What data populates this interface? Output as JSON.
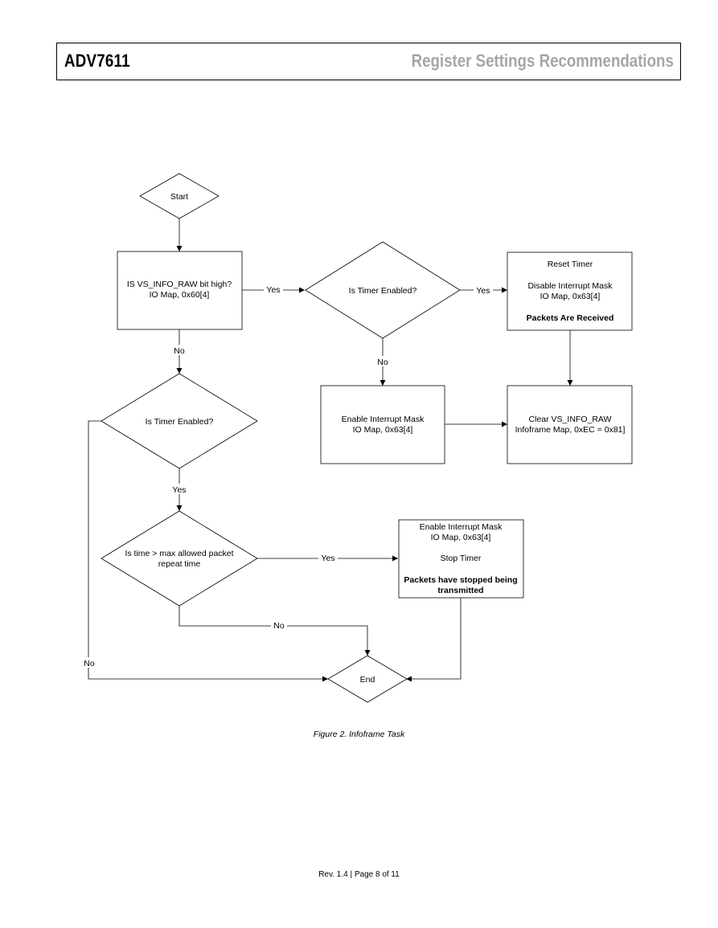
{
  "header": {
    "doc_title": "ADV7611",
    "section_title": "Register Settings Recommendations"
  },
  "flowchart": {
    "start": "Start",
    "decision_vs_info": [
      "IS VS_INFO_RAW bit high?",
      "IO Map, 0x60[4]"
    ],
    "decision_timer_enabled_1": "Is Timer Enabled?",
    "box_reset_timer": {
      "line1": "Reset Timer",
      "line2": "Disable Interrupt Mask",
      "line3": "IO Map, 0x63[4]",
      "bold": "Packets Are Received"
    },
    "box_enable_mask_1": [
      "Enable Interrupt Mask",
      "IO Map, 0x63[4]"
    ],
    "box_clear_vs_info": [
      "Clear VS_INFO_RAW",
      "Infoframe Map, 0xEC = 0x81]"
    ],
    "decision_timer_enabled_2": "Is Timer Enabled?",
    "decision_time_max": [
      "Is time > max allowed packet",
      "repeat time"
    ],
    "box_stop_timer": {
      "line1": "Enable Interrupt Mask",
      "line2": "IO Map, 0x63[4]",
      "line3": "Stop Timer",
      "bold1": "Packets have stopped being",
      "bold2": "transmitted"
    },
    "end": "End",
    "labels": {
      "yes": "Yes",
      "no": "No"
    }
  },
  "caption": "Figure 2. Infoframe Task",
  "footer": "Rev. 1.4 | Page 8 of 11"
}
